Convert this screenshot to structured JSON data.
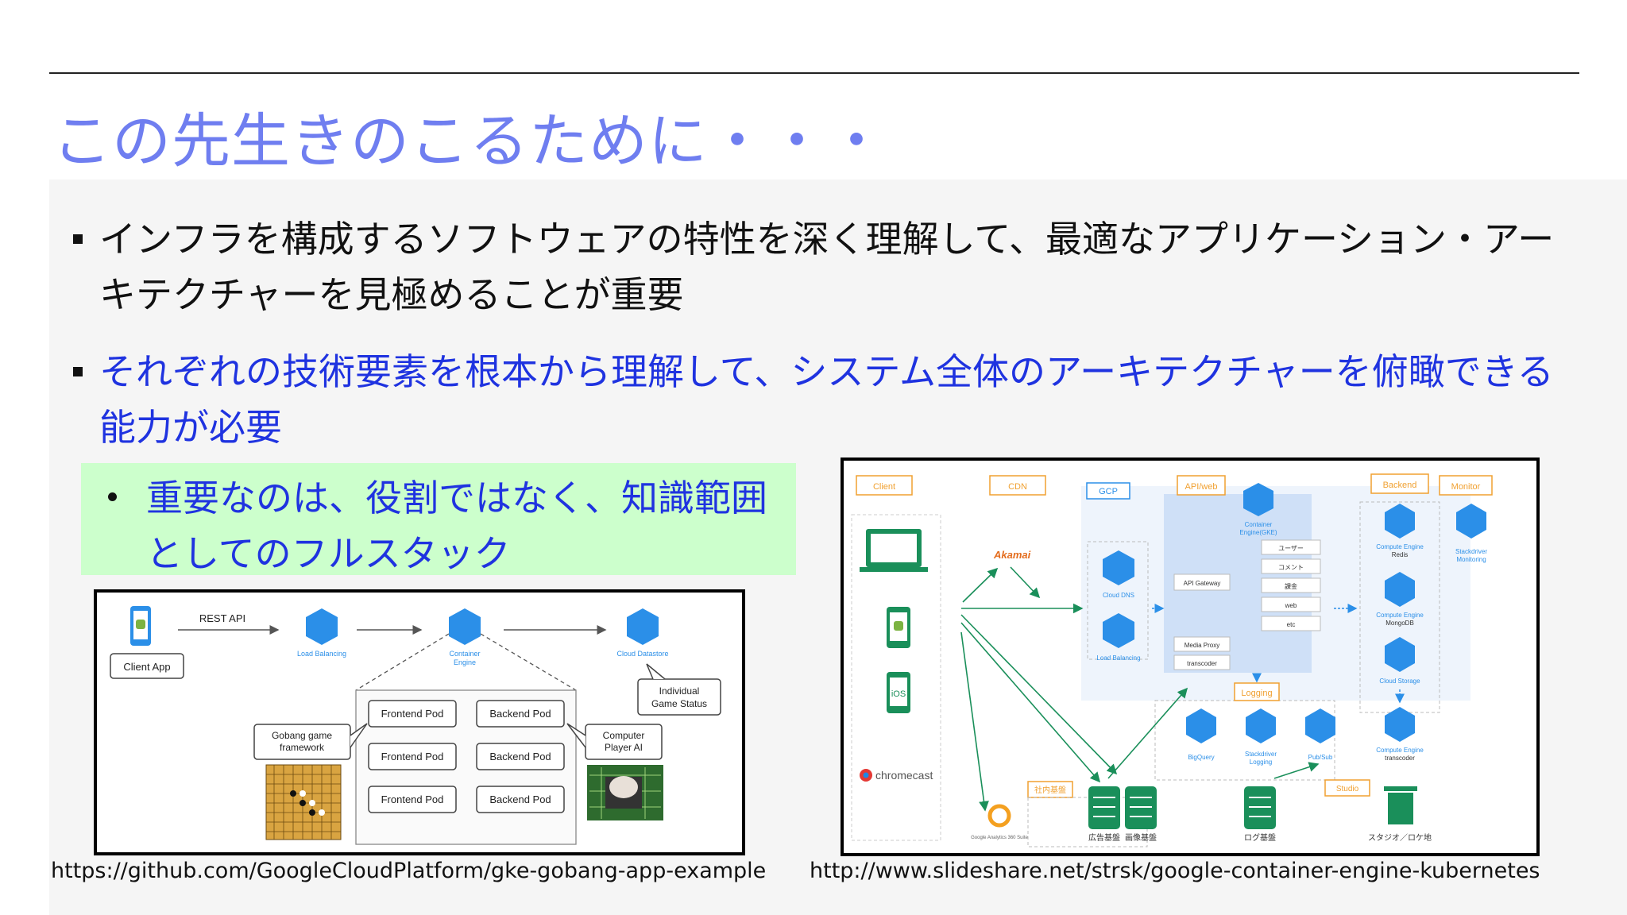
{
  "slide": {
    "title": "この先生きのこるために・・・",
    "bullets": [
      "インフラを構成するソフトウェアの特性を深く理解して、最適なアプリケーション・アーキテクチャーを見極めることが重要",
      "それぞれの技術要素を根本から理解して、システム全体のアーキテクチャーを俯瞰できる能力が必要"
    ],
    "sub_bullet": "重要なのは、役割ではなく、知識範囲としてのフルスタック",
    "url_left": "https://github.com/GoogleCloudPlatform/gke-gobang-app-example",
    "url_right": "http://www.slideshare.net/strsk/google-container-engine-kubernetes"
  },
  "colors": {
    "title": "#6f7ef0",
    "emphasis": "#1f33e0",
    "highlight_box": "#ccffcc",
    "gcp_blue": "#2b8fe8",
    "orange": "#f0a030",
    "green_line": "#1a8f5a"
  },
  "diagram_left": {
    "rest_api": "REST API",
    "client_app": "Client App",
    "load_balancing": "Load Balancing",
    "container_engine_1": "Container",
    "container_engine_2": "Engine",
    "cloud_datastore": "Cloud Datastore",
    "individual_1": "Individual",
    "individual_2": "Game Status",
    "gobang_1": "Gobang game",
    "gobang_2": "framework",
    "computer_1": "Computer",
    "computer_2": "Player AI",
    "frontend_pod": "Frontend Pod",
    "backend_pod": "Backend Pod"
  },
  "diagram_right": {
    "client": "Client",
    "cdn": "CDN",
    "gcp": "GCP",
    "api_web": "API/web",
    "backend": "Backend",
    "monitor": "Monitor",
    "akamai": "Akamai",
    "gke_1": "Container",
    "gke_2": "Engine(GKE)",
    "api_gateway": "API Gateway",
    "media_proxy": "Media Proxy",
    "transcoder": "transcoder",
    "svc_user": "ユーザー",
    "svc_comment": "コメント",
    "svc_billing": "課金",
    "svc_web": "web",
    "svc_etc": "etc",
    "cloud_dns": "Cloud DNS",
    "load_balancing": "Load Balancing",
    "ce_redis_1": "Compute Engine",
    "ce_redis_2": "Redis",
    "ce_mongo_1": "Compute Engine",
    "ce_mongo_2": "MongoDB",
    "cloud_storage": "Cloud Storage",
    "ce_trans_1": "Compute Engine",
    "ce_trans_2": "transcoder",
    "stackdriver_mon_1": "Stackdriver",
    "stackdriver_mon_2": "Monitoring",
    "logging": "Logging",
    "bigquery": "BigQuery",
    "stackdriver_log_1": "Stackdriver",
    "stackdriver_log_2": "Logging",
    "pubsub": "Pub/Sub",
    "ios": "iOS",
    "chromecast": "chromecast",
    "internal": "社内基盤",
    "studio": "Studio",
    "ads": "広告基盤",
    "images": "画像基盤",
    "logs": "ログ基盤",
    "studio_loc": "スタジオ／ロケ地",
    "ga": "Google Analytics 360 Suite"
  }
}
